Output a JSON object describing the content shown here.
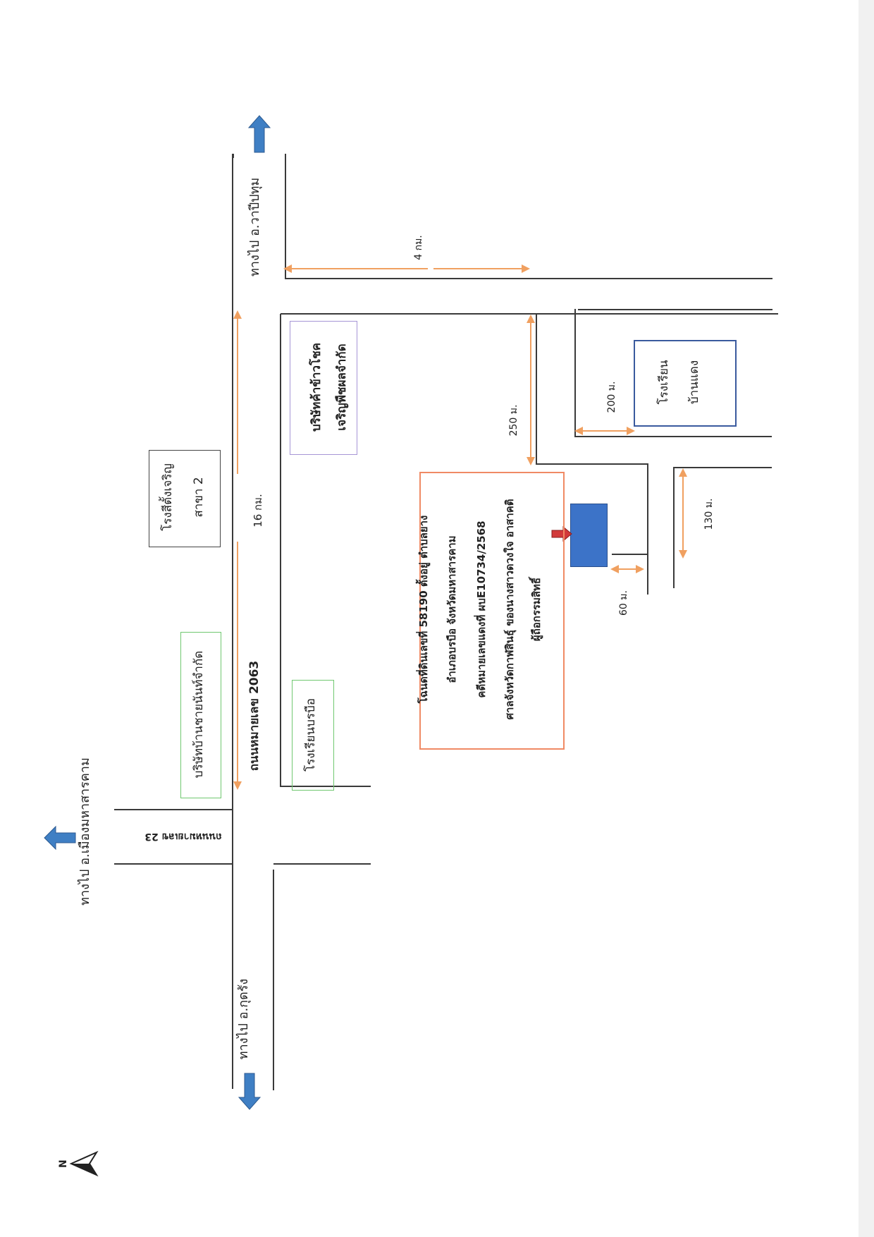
{
  "compass": {
    "label": "N"
  },
  "directions": {
    "to_kut_rang": "ทางไป อ.กุดรัง",
    "to_mueang_mahasarakham": "ทางไป อ.เมืองมหาสารคาม",
    "to_wapi_pathum": "ทางไป อ.วาปีปทุม"
  },
  "roads": {
    "main_road": "ถนนหมายเลข 2063",
    "side_road": "ถนนหมายเลข 23"
  },
  "landmarks": {
    "silo_line1": "โรงสีตั้งเจริญ",
    "silo_line2": "สาขา 2",
    "fertilizer_company": "บริษัทบ้านชายนันท์จำกัด",
    "borabue_school": "โรงเรียนบรบือ",
    "rice_company_line1": "บริษัทค้าข้าวโชค",
    "rice_company_line2": "เจริญพืชผลจำกัด",
    "ban_daeng_school_line1": "โรงเรียน",
    "ban_daeng_school_line2": "บ้านแดง"
  },
  "distances": {
    "d16km": "16 กม.",
    "d4km": "4 กม.",
    "d250m": "250 ม.",
    "d200m": "200 ม.",
    "d130m": "130 ม.",
    "d60m": "60 ม."
  },
  "info_box": {
    "line1": "โฉนดที่ดินเลขที่ 58190 ตั้งอยู่ ตำบลยาง",
    "line2": "อำเภอบรบือ จังหวัดมหาสารคาม",
    "line3": "คดีหมายเลขแดงที่ ผบE10734/2568",
    "line4": "ศาลจังหวัดกาฬสินธุ์ ของนางสาวดวงใจ อาสาคติ",
    "line5": "ผู้ถือกรรมสิทธิ์"
  },
  "colors": {
    "blue_arrow": "#3f7fc4",
    "property_block": "#3c73c8",
    "pointer_red": "#d23a3a",
    "distance_line": "#f0a060",
    "info_border": "#f08a64",
    "purple_border": "#a696d6",
    "green_border": "#70c870",
    "navy_border": "#3a5a9e",
    "road": "#3a3a3a"
  },
  "icons": {
    "compass": "north-arrow-icon",
    "direction": "blue-arrow-icon",
    "pointer": "red-pointer-icon"
  }
}
